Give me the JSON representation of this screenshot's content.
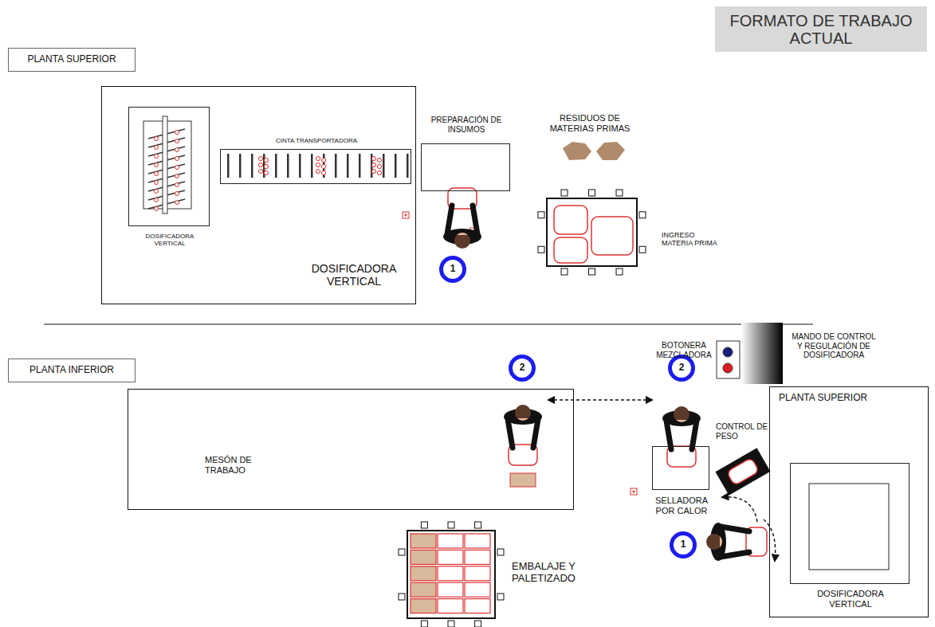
{
  "diagram": {
    "title": "FORMATO DE TRABAJO ACTUAL",
    "nodes": [
      {
        "text": [
          "PLANTA SUPERIOR"
        ]
      },
      {
        "text": [
          "DOSIFICADORA VERTICAL"
        ]
      },
      {
        "text": [
          "DOSIFICADORA VERTICAL"
        ],
        "in": 1
      },
      {
        "text": [
          "CINTA TRANSPORTADORA"
        ],
        "in": 1
      },
      {
        "text": [
          "PREPARACIÓN DE INSUMOS"
        ]
      },
      {
        "text": [
          "1"
        ]
      },
      {
        "text": [
          "INGRESO MATERIA PRIMA"
        ]
      },
      {
        "text": [
          "PLANTA INFERIOR"
        ]
      },
      {
        "text": [
          "MESÓN DE TRABAJO"
        ]
      },
      {
        "text": [
          "2"
        ]
      },
      {
        "text": [
          "2"
        ]
      },
      {
        "text": [
          "SELLADORA POR CALOR"
        ]
      },
      {
        "text": [
          "1"
        ]
      },
      {
        "text": [
          "PLANTA SUPERIOR"
        ]
      },
      {
        "text": [
          "DOSIFICADORA VERTICAL"
        ],
        "in": 13
      },
      {
        "text": [
          "EMBALAJE Y PALETIZADO"
        ]
      }
    ],
    "labels": [
      "RESIDUOS DE MATERIAS PRIMAS",
      "BOTONERA MEZCLADORA",
      "MANDO DE CONTROL Y REGULACIÓN DE DOSIFICADORA",
      "CONTROL DE PESO"
    ]
  }
}
